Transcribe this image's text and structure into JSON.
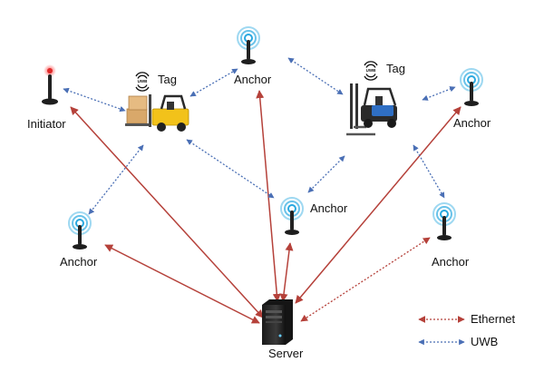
{
  "nodes": {
    "initiator": {
      "label": "Initiator"
    },
    "tag1": {
      "label": "Tag",
      "badge": "UWB"
    },
    "tag2": {
      "label": "Tag",
      "badge": "UWB"
    },
    "anchor_top": {
      "label": "Anchor"
    },
    "anchor_right": {
      "label": "Anchor"
    },
    "anchor_center": {
      "label": "Anchor"
    },
    "anchor_left": {
      "label": "Anchor"
    },
    "anchor_bottom_right": {
      "label": "Anchor"
    },
    "server": {
      "label": "Server"
    }
  },
  "legend": {
    "ethernet": {
      "label": "Ethernet",
      "color": "#b5413a"
    },
    "uwb": {
      "label": "UWB",
      "color": "#4a6fb5"
    }
  },
  "colors": {
    "ethernet": "#b5413a",
    "uwb": "#4a6fb5",
    "anchor_ring": "#29a8e0",
    "tag_pad": "#2b2b2b"
  }
}
